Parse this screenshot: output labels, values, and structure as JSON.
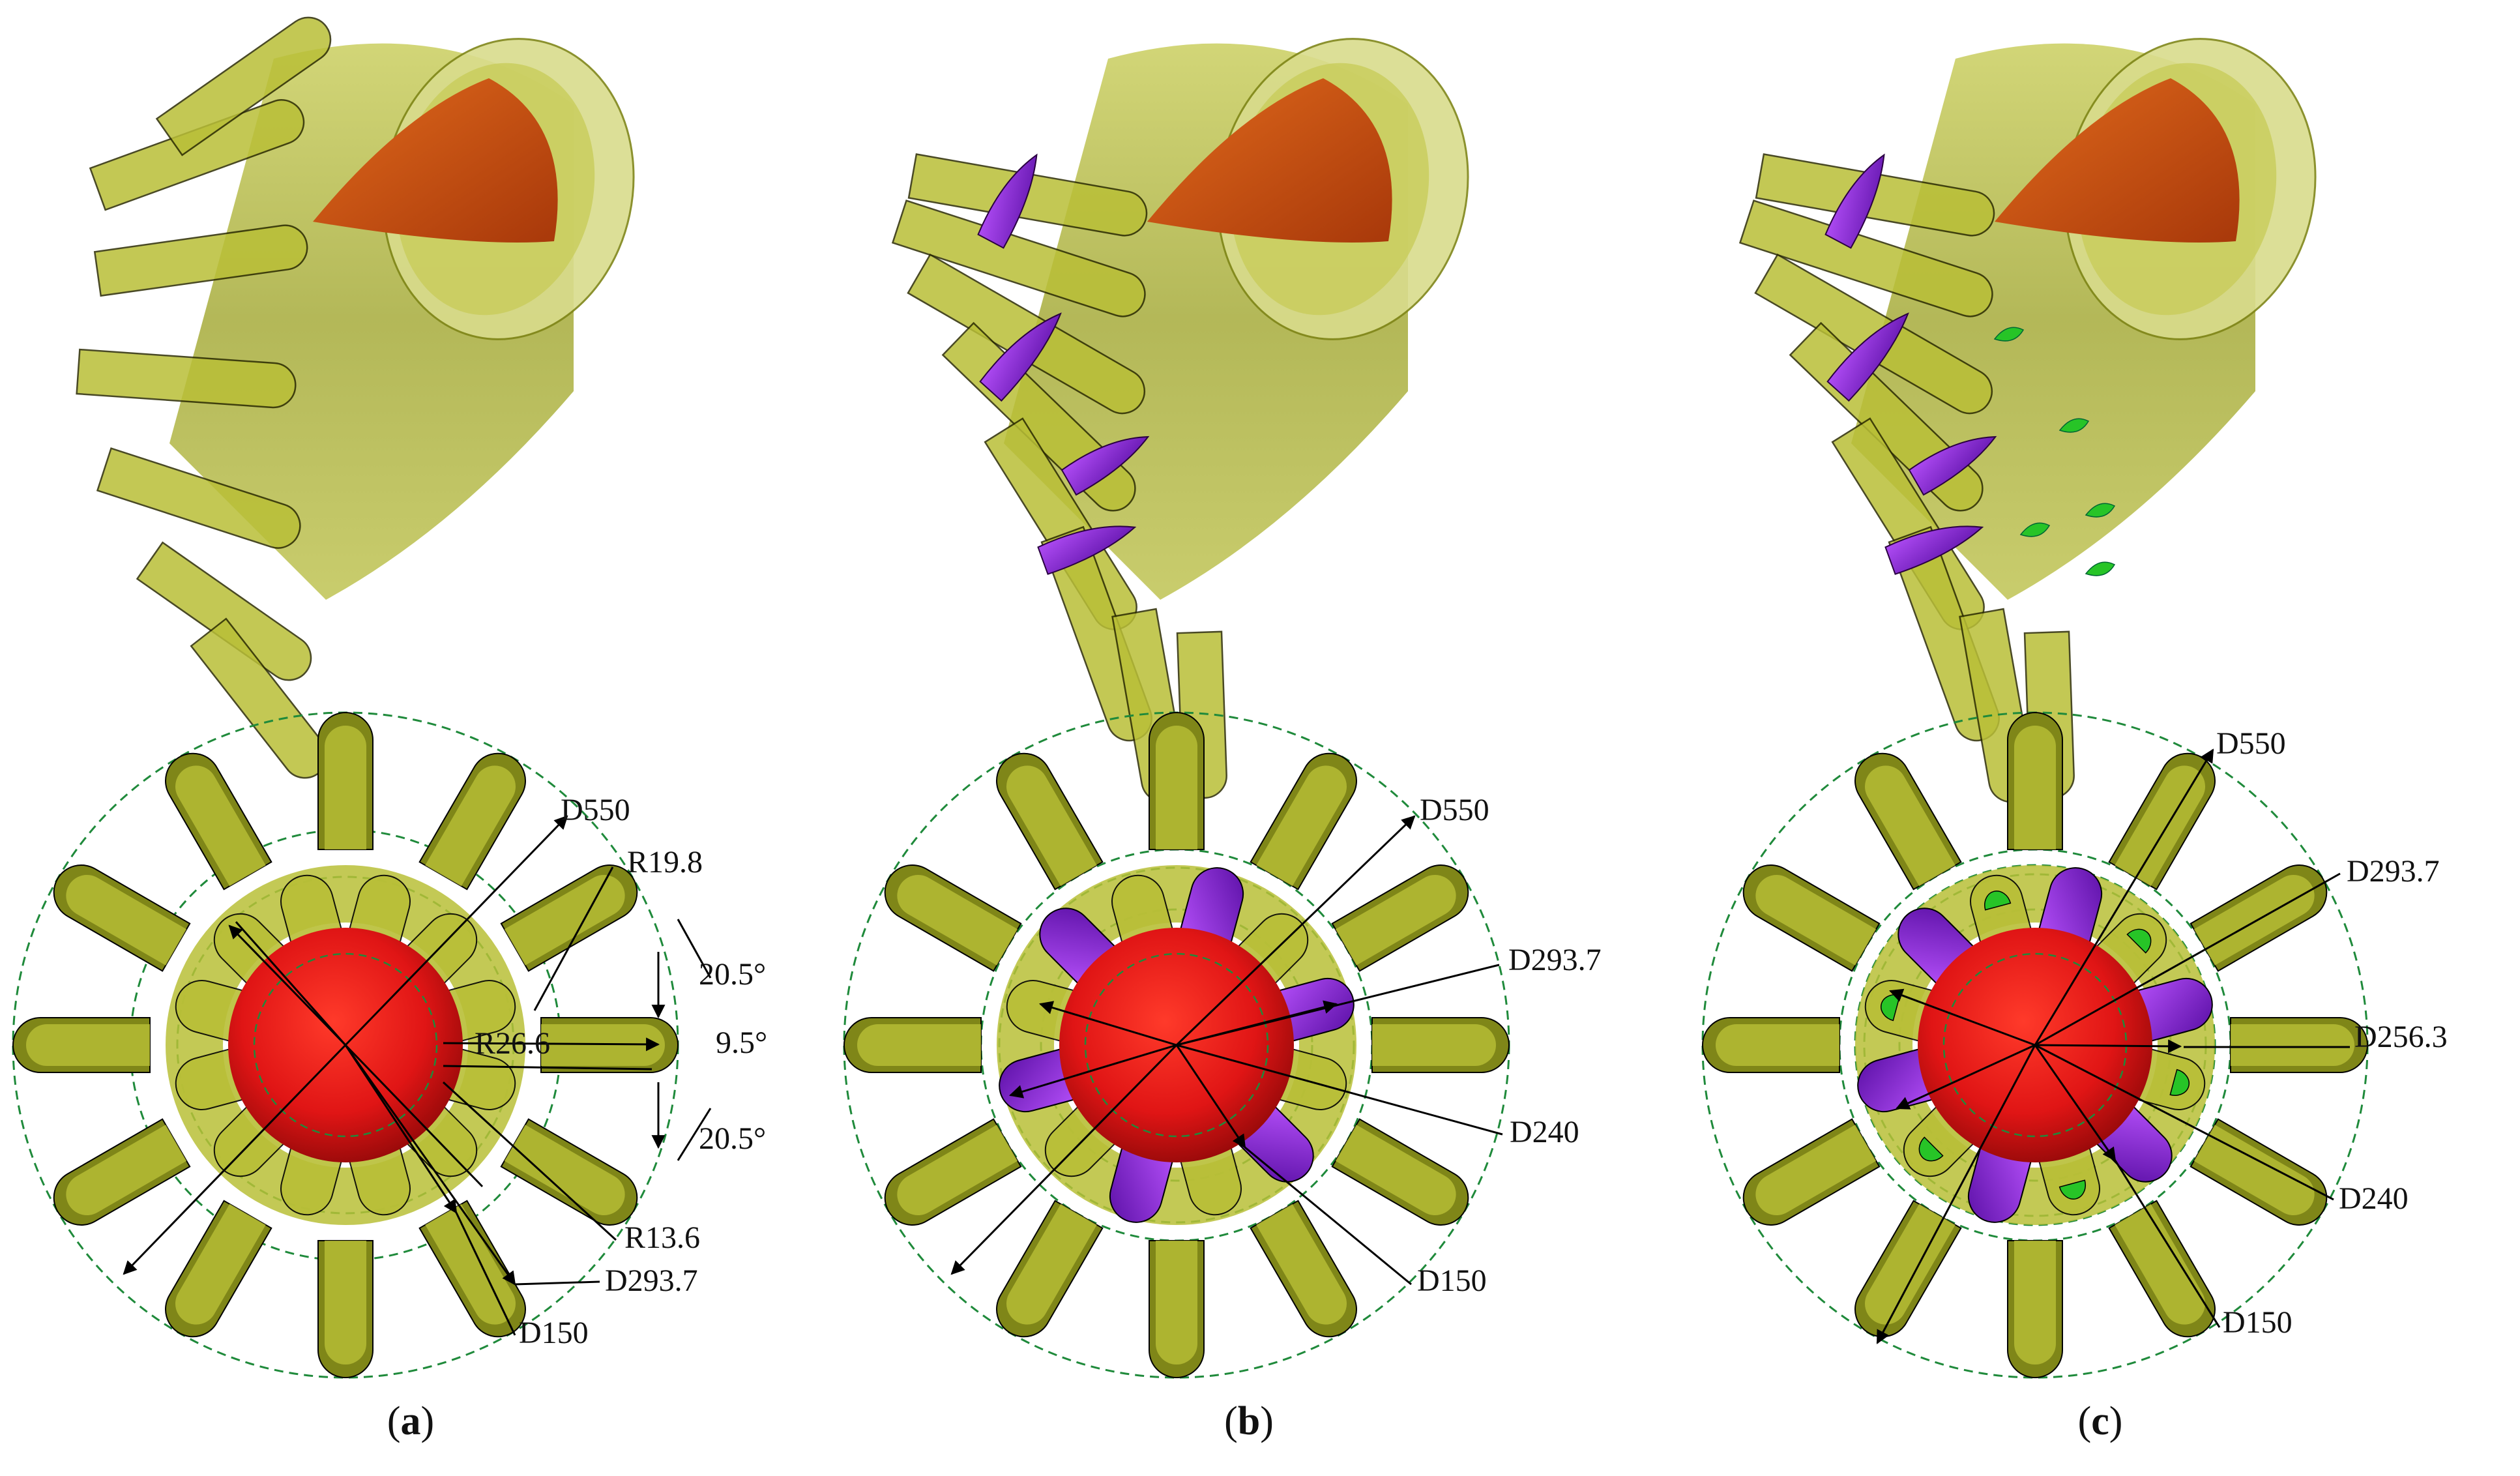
{
  "colors": {
    "lobe_fill": "#b9bf37",
    "lobe_dark": "#7f8618",
    "lobe_light": "#d9dc8c",
    "cone": "#d3591a",
    "cone_dark": "#b03e0a",
    "hub": "#e01515",
    "hub_dark": "#9a0a0a",
    "tab": "#8f20e6",
    "tab_dark": "#5a0fa0",
    "mini_tab": "#27c427",
    "dashed": "#1f8a3b",
    "dim_line": "#000000"
  },
  "panels": [
    {
      "caption_open": "(",
      "caption_letter": "a",
      "caption_close": ")",
      "labels": [
        "D550",
        "R19.8",
        "20.5°",
        "9.5°",
        "R26.6",
        "20.5°",
        "R13.6",
        "D293.7",
        "D150"
      ]
    },
    {
      "caption_open": "(",
      "caption_letter": "b",
      "caption_close": ")",
      "labels": [
        "D550",
        "D293.7",
        "D240",
        "D150"
      ]
    },
    {
      "caption_open": "(",
      "caption_letter": "c",
      "caption_close": ")",
      "labels": [
        "D550",
        "D293.7",
        "D256.3",
        "D240",
        "D150"
      ]
    }
  ]
}
